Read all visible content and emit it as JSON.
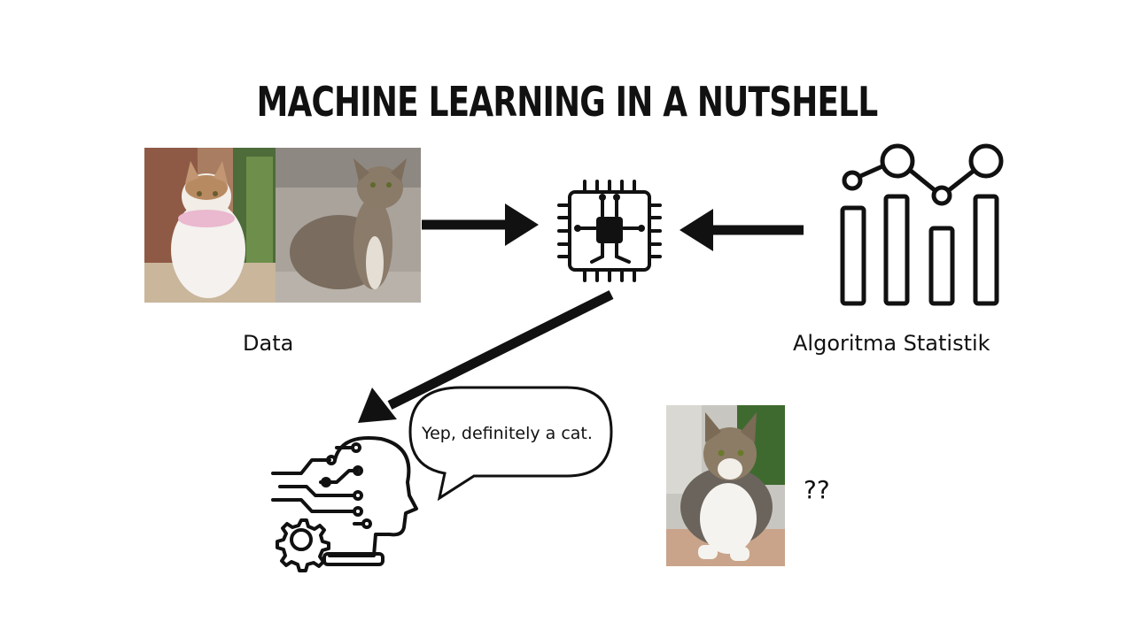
{
  "title": "MACHINE LEARNING IN A NUTSHELL",
  "labels": {
    "data": "Data",
    "algorithm": "Algoritma Statistik"
  },
  "speech_bubble": "Yep, definitely a cat.",
  "question_mark": "??",
  "icons": {
    "cpu": "cpu-chip-icon",
    "chart": "bar-line-chart-icon",
    "ai_head": "ai-head-gear-icon"
  },
  "colors": {
    "ink": "#111111",
    "background": "#ffffff"
  }
}
